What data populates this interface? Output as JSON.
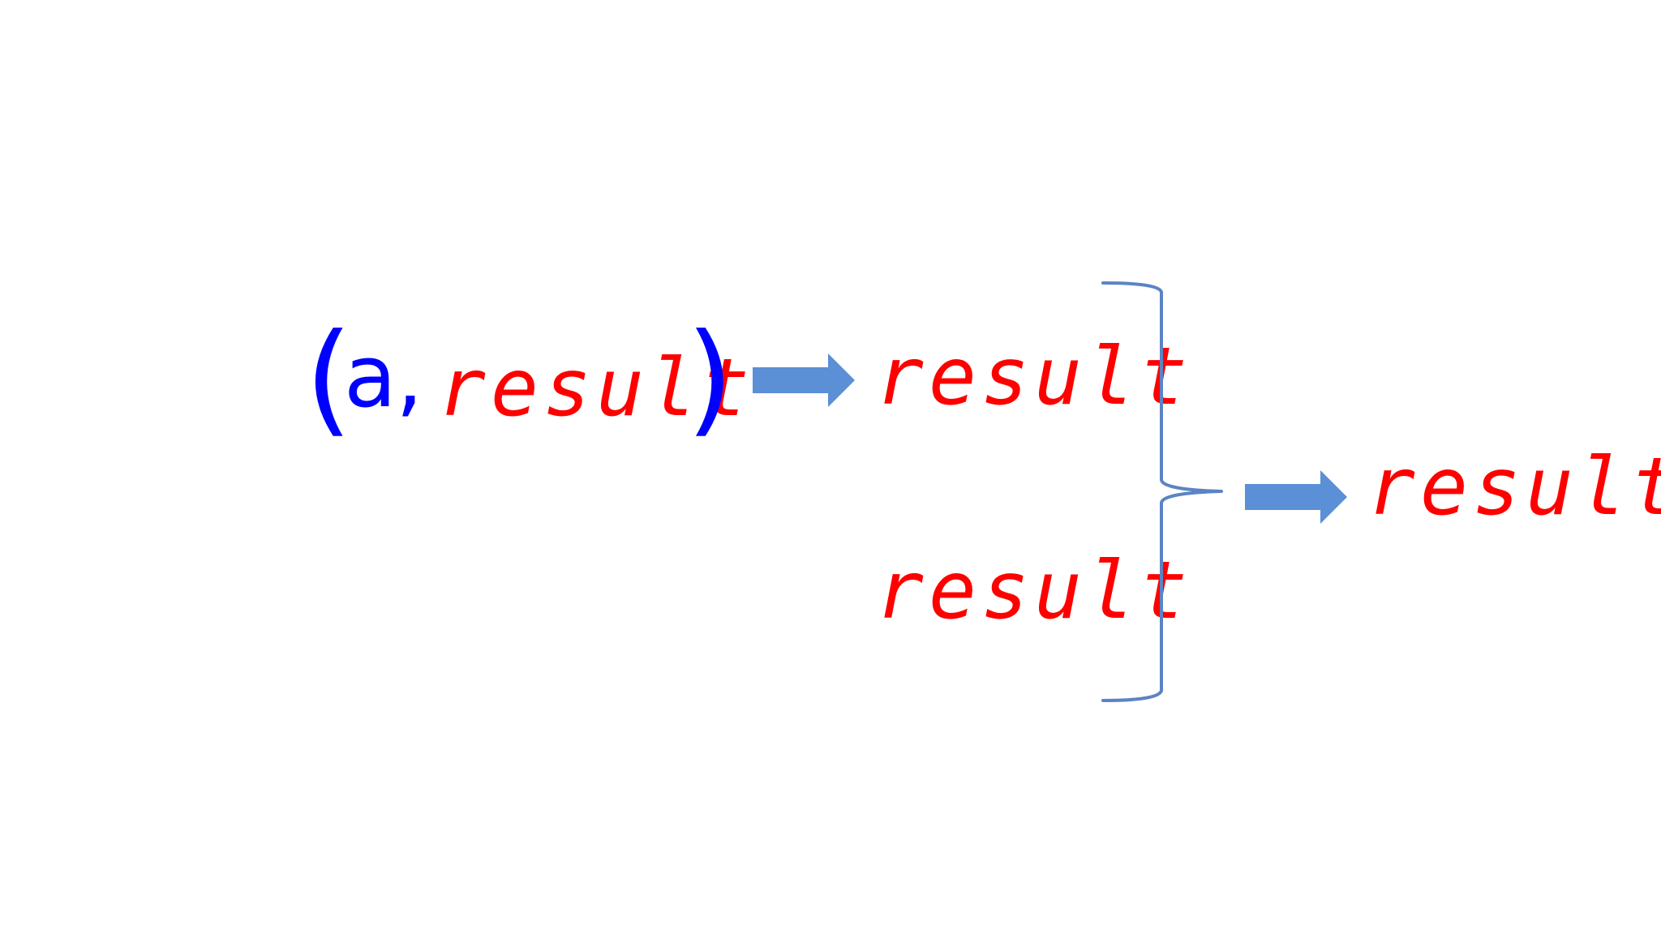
{
  "colors": {
    "background": "#ffffff",
    "variable_text": "#0000ff",
    "result_text": "#ff0000",
    "arrow": "#5b8fd6",
    "brace": "#5b84c4"
  },
  "diagram": {
    "pair": {
      "open_paren": "(",
      "variable": "a",
      "comma": ",",
      "result": "result",
      "close_paren": ")"
    },
    "branch_top": "result",
    "branch_bottom": "result",
    "combined": "result",
    "connectors": [
      "right-arrow",
      "right-brace",
      "right-arrow"
    ]
  }
}
